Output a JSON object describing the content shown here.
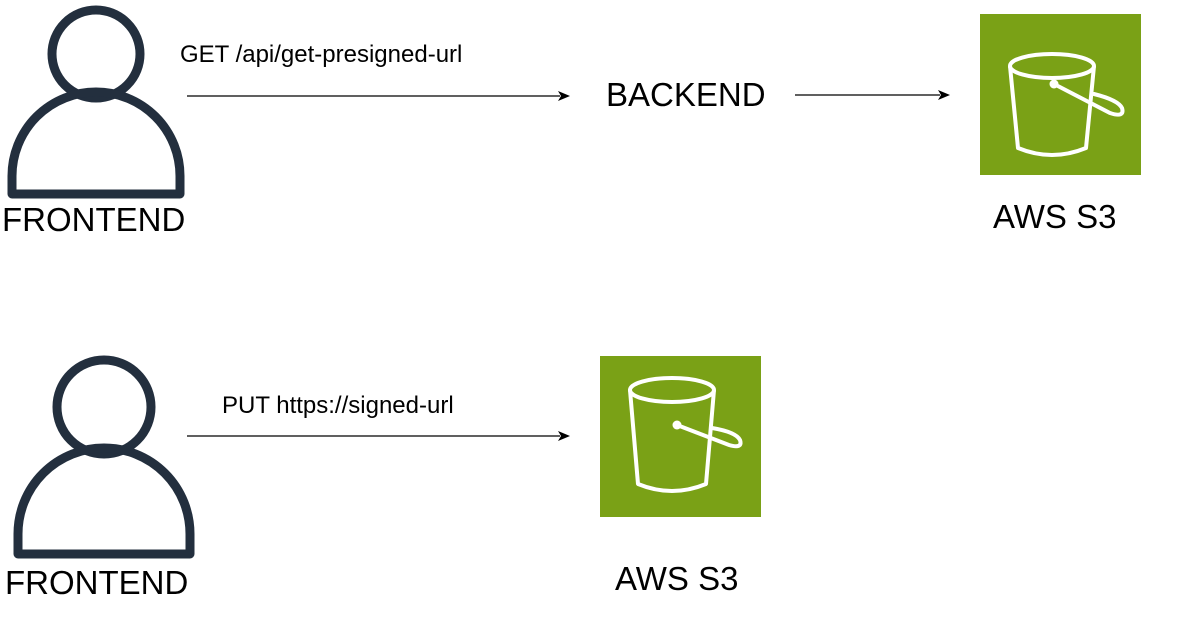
{
  "colors": {
    "s3_green": "#7aa116",
    "stroke": "#232f3e",
    "arrow": "#000000",
    "icon_line": "#ffffff"
  },
  "flow1": {
    "client": {
      "label": "FRONTEND",
      "icon": "user-icon"
    },
    "request": {
      "label": "GET /api/get-presigned-url"
    },
    "server": {
      "label": "BACKEND"
    },
    "storage": {
      "label": "AWS S3",
      "icon": "s3-bucket-icon"
    }
  },
  "flow2": {
    "client": {
      "label": "FRONTEND",
      "icon": "user-icon"
    },
    "request": {
      "label": "PUT https://signed-url"
    },
    "storage": {
      "label": "AWS S3",
      "icon": "s3-bucket-icon"
    }
  }
}
